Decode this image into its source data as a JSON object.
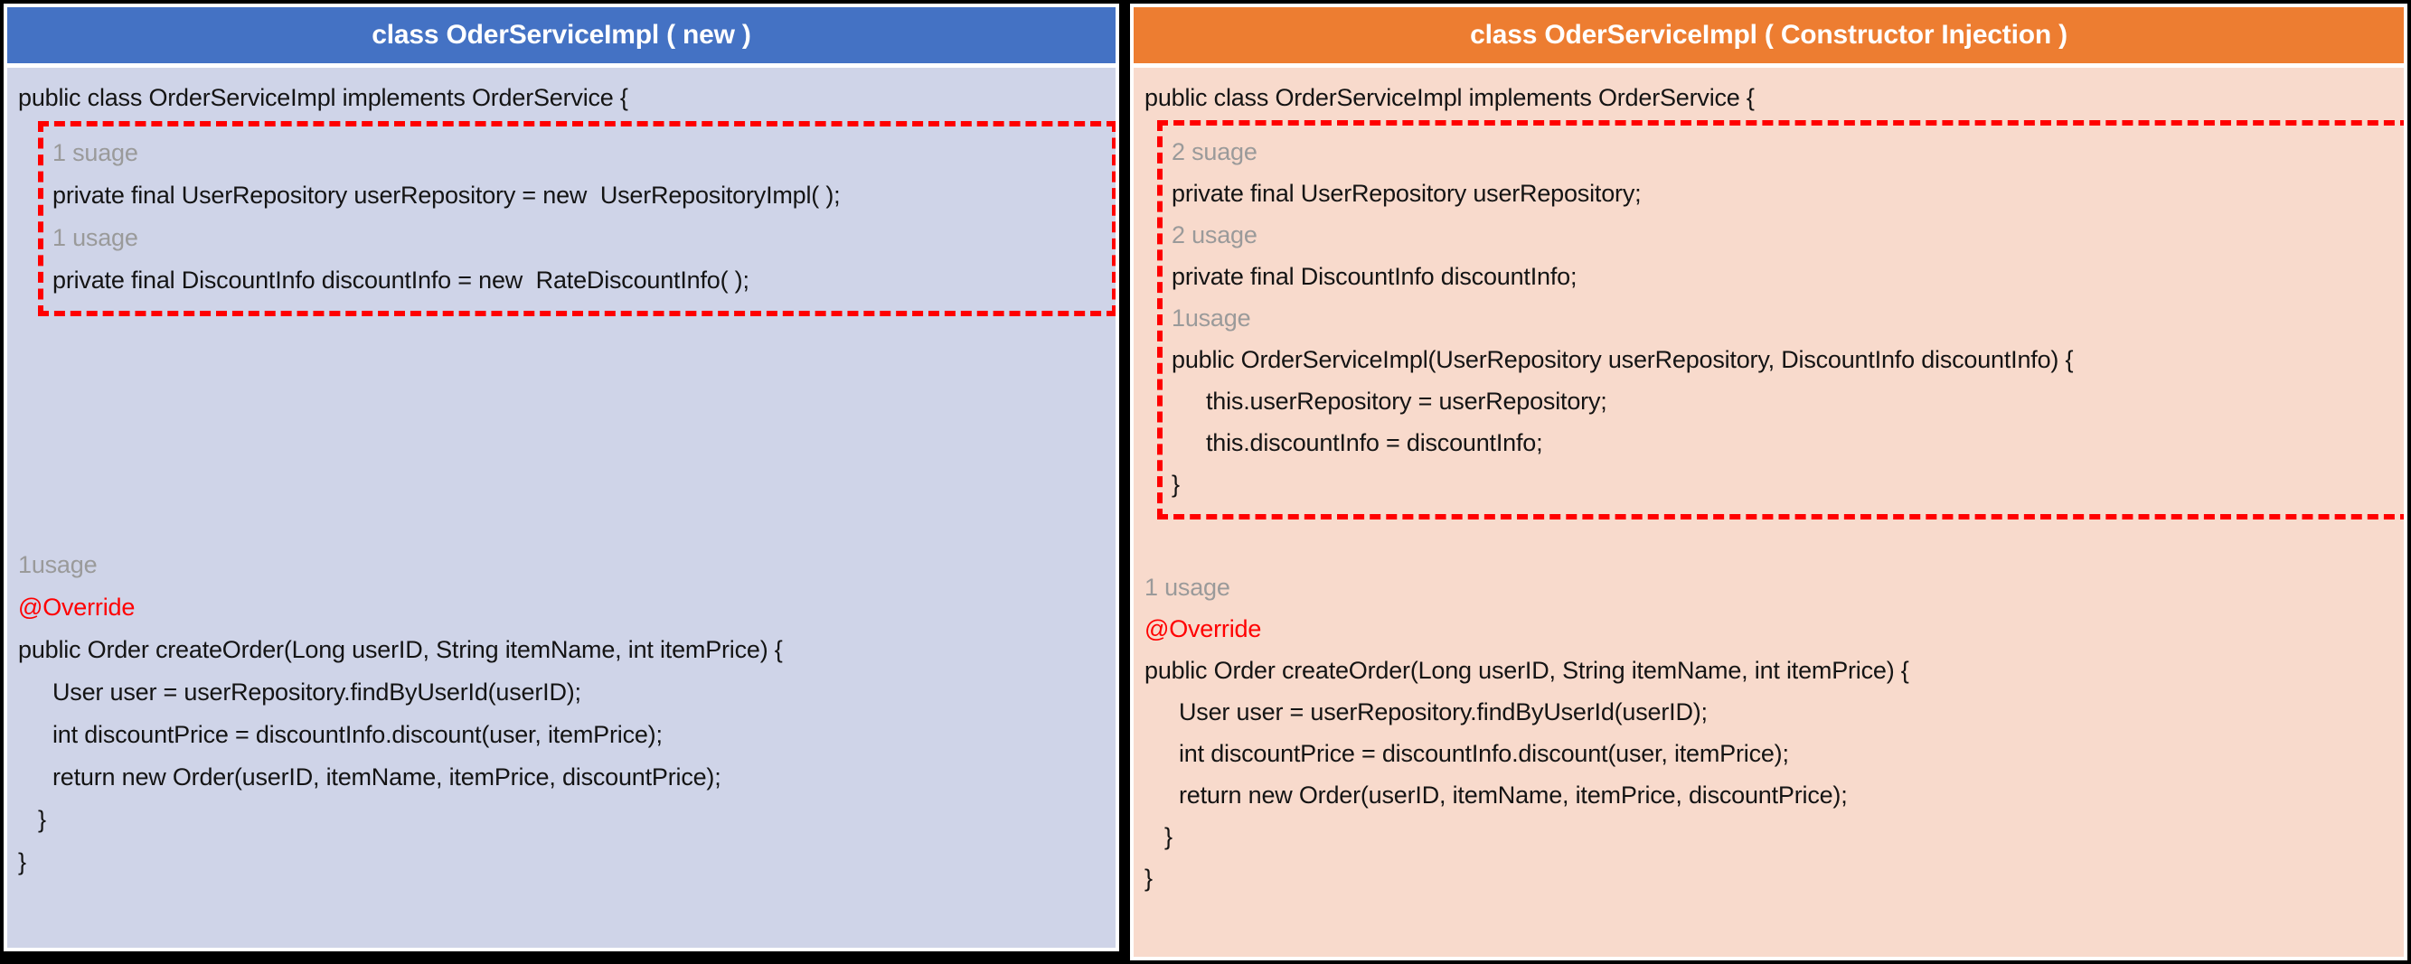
{
  "colors": {
    "left_header_bg": "#4472C4",
    "left_body_bg": "#CFD4E8",
    "right_header_bg": "#ED7D31",
    "right_body_bg": "#F8DACC",
    "highlight_border": "#FF0000",
    "usage_hint_gray": "#9A9A9A",
    "annotation_red": "#FF0000",
    "header_text": "#FFFFFF",
    "code_text": "#141414",
    "frame": "#000000"
  },
  "left_panel": {
    "title": "class OderServiceImpl ( new )",
    "pre_box_lines": [
      {
        "text": "public class OrderServiceImpl implements OrderService {",
        "style": "code",
        "indent": 0
      }
    ],
    "box_lines": [
      {
        "text": "1 suage",
        "style": "usage",
        "indent": 0
      },
      {
        "text": "private final UserRepository userRepository = new  UserRepositoryImpl( );",
        "style": "code",
        "indent": 0
      },
      {
        "text": "1 usage",
        "style": "usage",
        "indent": 0
      },
      {
        "text": "private final DiscountInfo discountInfo = new  RateDiscountInfo( );",
        "style": "code",
        "indent": 0
      }
    ],
    "post_box_lines": [
      {
        "text": "1usage",
        "style": "usage",
        "indent": 0
      },
      {
        "text": "@Override",
        "style": "annotation",
        "indent": 0
      },
      {
        "text": "public Order createOrder(Long userID, String itemName, int itemPrice) {",
        "style": "code",
        "indent": 0
      },
      {
        "text": "User user = userRepository.findByUserId(userID);",
        "style": "code",
        "indent": 2
      },
      {
        "text": "int discountPrice = discountInfo.discount(user, itemPrice);",
        "style": "code",
        "indent": 2
      },
      {
        "text": "return new Order(userID, itemName, itemPrice, discountPrice);",
        "style": "code",
        "indent": 2
      },
      {
        "text": "}",
        "style": "code",
        "indent": 1
      },
      {
        "text": "}",
        "style": "code",
        "indent": 0
      }
    ]
  },
  "right_panel": {
    "title": "class OderServiceImpl ( Constructor Injection )",
    "pre_box_lines": [
      {
        "text": "public class OrderServiceImpl implements OrderService {",
        "style": "code",
        "indent": 0
      }
    ],
    "box_lines": [
      {
        "text": "2 suage",
        "style": "usage",
        "indent": 0
      },
      {
        "text": "private final UserRepository userRepository;",
        "style": "code",
        "indent": 0
      },
      {
        "text": "2 usage",
        "style": "usage",
        "indent": 0
      },
      {
        "text": "private final DiscountInfo discountInfo;",
        "style": "code",
        "indent": 0
      },
      {
        "text": "1usage",
        "style": "usage",
        "indent": 0
      },
      {
        "text": "public OrderServiceImpl(UserRepository userRepository, DiscountInfo discountInfo) {",
        "style": "code",
        "indent": 0
      },
      {
        "text": "this.userRepository = userRepository;",
        "style": "code",
        "indent": 2
      },
      {
        "text": "this.discountInfo = discountInfo;",
        "style": "code",
        "indent": 2
      },
      {
        "text": "}",
        "style": "code",
        "indent": 0
      }
    ],
    "post_box_lines": [
      {
        "text": "1 usage",
        "style": "usage",
        "indent": 0
      },
      {
        "text": "@Override",
        "style": "annotation",
        "indent": 0
      },
      {
        "text": "public Order createOrder(Long userID, String itemName, int itemPrice) {",
        "style": "code",
        "indent": 0
      },
      {
        "text": "User user = userRepository.findByUserId(userID);",
        "style": "code",
        "indent": 2
      },
      {
        "text": "int discountPrice = discountInfo.discount(user, itemPrice);",
        "style": "code",
        "indent": 2
      },
      {
        "text": "return new Order(userID, itemName, itemPrice, discountPrice);",
        "style": "code",
        "indent": 2
      },
      {
        "text": "}",
        "style": "code",
        "indent": 1
      },
      {
        "text": "}",
        "style": "code",
        "indent": 0
      }
    ]
  }
}
